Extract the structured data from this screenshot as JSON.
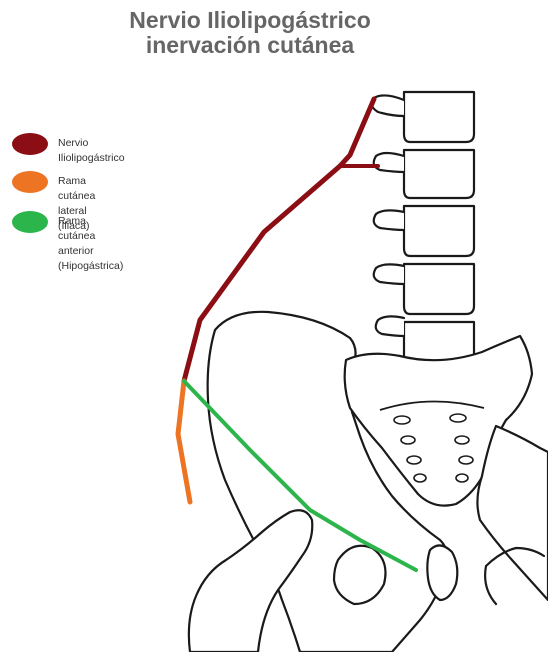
{
  "title": {
    "line1": "Nervio Iliolipogástrico",
    "line2": "inervación cutánea"
  },
  "legend": {
    "items": [
      {
        "label": "Nervio Iliolipogástrico",
        "color": "#8b0e14"
      },
      {
        "label": "Rama cutánea lateral (Iliaca)",
        "color": "#ec7422"
      },
      {
        "label_line1": "Rama cutánea anterior",
        "label_line2": "(Hipogástrica)",
        "color": "#2bb54a"
      }
    ]
  },
  "colors": {
    "nerve": "#8b0e14",
    "lateral_branch": "#ec7422",
    "anterior_branch": "#2bb54a",
    "bone_outline": "#1a1a1a"
  }
}
